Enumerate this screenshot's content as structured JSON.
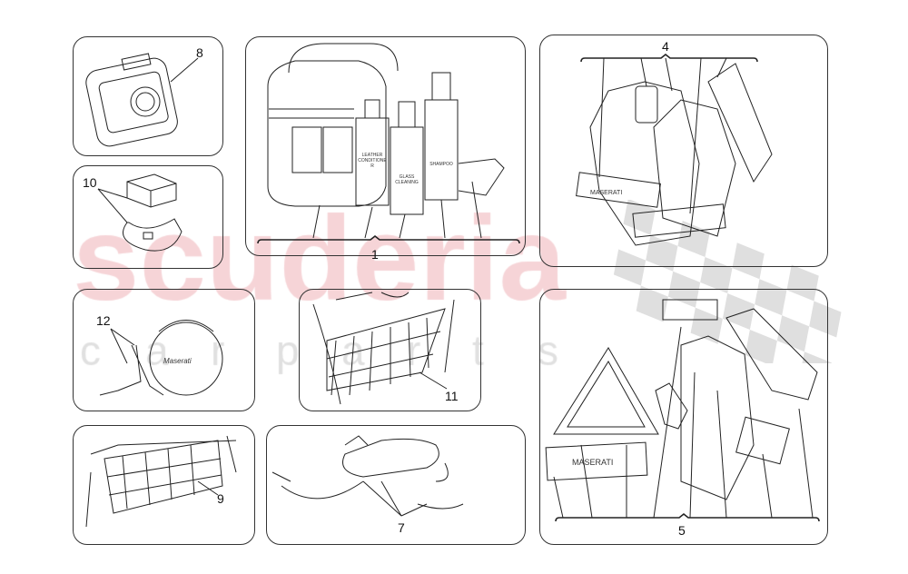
{
  "watermark": {
    "main": "scuderia",
    "sub": "carparts",
    "main_color": "#f4c9cd",
    "sub_color": "#d8d8d8"
  },
  "brand_lettering": {
    "brand_caps": "MASERATI",
    "brand_script": "Maserati",
    "bottle_1": "LEATHER CONDITIONER",
    "bottle_2": "GLASS CLEANING",
    "bottle_3": "SHAMPOO"
  },
  "panels": [
    {
      "id": "first-aid-kit",
      "callout": "8"
    },
    {
      "id": "tow-strap",
      "callout": "10"
    },
    {
      "id": "car-care-kit",
      "callout": "1"
    },
    {
      "id": "safety-vests",
      "callout": "4"
    },
    {
      "id": "battery-cables-bag",
      "callout": "12"
    },
    {
      "id": "side-net",
      "callout": "11"
    },
    {
      "id": "trunk-net",
      "callout": "9"
    },
    {
      "id": "battery-charger",
      "callout": "7"
    },
    {
      "id": "emergency-kit",
      "callout": "5"
    }
  ]
}
